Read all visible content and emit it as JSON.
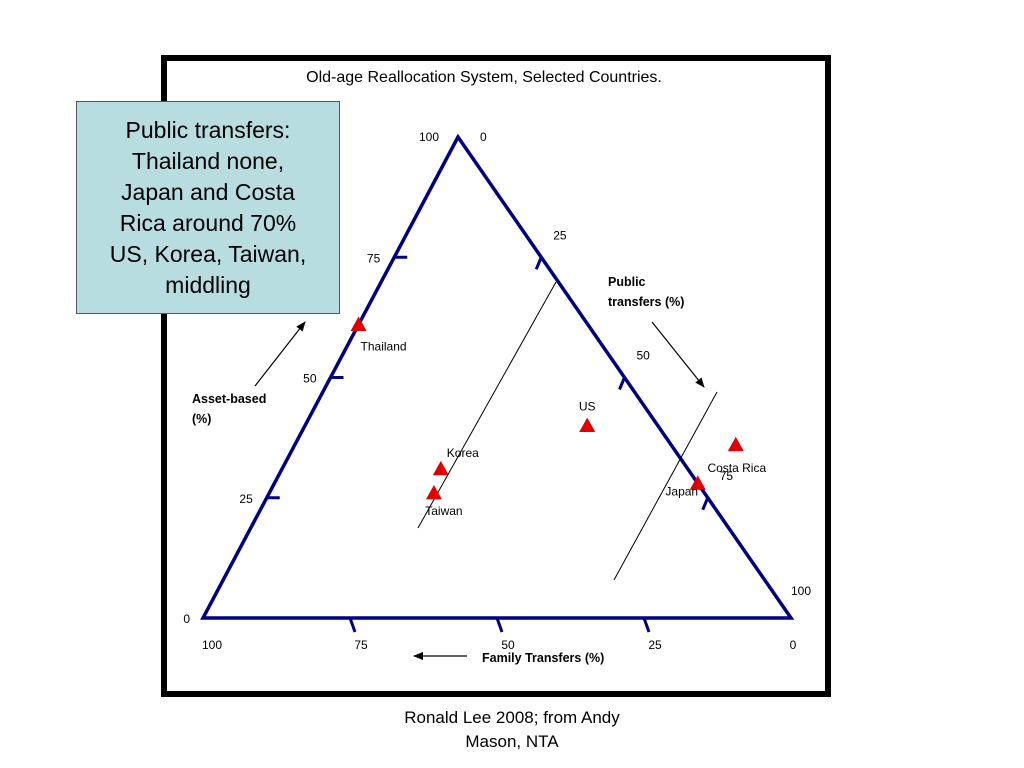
{
  "chart_data": {
    "type": "scatter",
    "subtype": "ternary",
    "title": "Old-age Reallocation System, Selected Countries.",
    "axes": {
      "asset_based": {
        "label_lines": [
          "Asset-based",
          "(%)"
        ],
        "ticks": [
          {
            "value": 0,
            "label": "0"
          },
          {
            "value": 25,
            "label": "25"
          },
          {
            "value": 50,
            "label": "50"
          },
          {
            "value": 75,
            "label": "75"
          },
          {
            "value": 100,
            "label": "100"
          }
        ]
      },
      "public_transfers": {
        "label_lines": [
          "Public",
          "transfers (%)"
        ],
        "ticks": [
          {
            "value": 0,
            "label": "0"
          },
          {
            "value": 25,
            "label": "25"
          },
          {
            "value": 50,
            "label": "50"
          },
          {
            "value": 75,
            "label": "75"
          },
          {
            "value": 100,
            "label": "100"
          }
        ]
      },
      "family_transfers": {
        "label": "Family Transfers (%)",
        "ticks": [
          {
            "value": 100,
            "label": "100"
          },
          {
            "value": 75,
            "label": "75"
          },
          {
            "value": 50,
            "label": "50"
          },
          {
            "value": 25,
            "label": "25"
          },
          {
            "value": 0,
            "label": "0"
          }
        ]
      }
    },
    "points": [
      {
        "name": "Thailand",
        "asset": 61,
        "public": 0,
        "family": 39
      },
      {
        "name": "US",
        "asset": 40,
        "public": 48,
        "family": 12
      },
      {
        "name": "Korea",
        "asset": 31,
        "public": 27,
        "family": 42
      },
      {
        "name": "Taiwan",
        "asset": 26,
        "public": 28,
        "family": 46
      },
      {
        "name": "Japan",
        "asset": 28,
        "public": 72,
        "family": 0
      },
      {
        "name": "Costa Rica",
        "asset": 36,
        "public": 75,
        "family": -11
      }
    ],
    "point_color": "#e00000",
    "axis_color": "#000080"
  },
  "callout": {
    "text": "Public transfers:\nThailand none,\nJapan and Costa\nRica around 70%\nUS, Korea, Taiwan,\nmiddling"
  },
  "caption": {
    "text": "Ronald Lee 2008; from Andy\nMason, NTA"
  }
}
